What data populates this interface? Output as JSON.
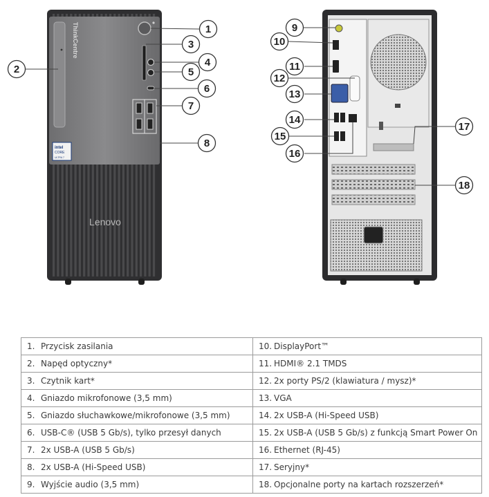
{
  "front_view": {
    "brand_logo": "ThinkCentre",
    "cpu_badge": {
      "brand": "intel",
      "line": "CORE",
      "tier": "ULTRA 7"
    },
    "lenovo_logo": "Lenovo"
  },
  "callouts": [
    "1",
    "2",
    "3",
    "4",
    "5",
    "6",
    "7",
    "8",
    "9",
    "10",
    "11",
    "12",
    "13",
    "14",
    "15",
    "16",
    "17",
    "18"
  ],
  "legend": {
    "left": [
      {
        "num": "1.",
        "text": "Przycisk zasilania"
      },
      {
        "num": "2.",
        "text": "Napęd optyczny*"
      },
      {
        "num": "3.",
        "text": "Czytnik kart*"
      },
      {
        "num": "4.",
        "text": "Gniazdo mikrofonowe (3,5 mm)"
      },
      {
        "num": "5.",
        "text": "Gniazdo słuchawkowe/mikrofonowe (3,5 mm)"
      },
      {
        "num": "6.",
        "text": "USB-C® (USB 5 Gb/s), tylko przesył danych"
      },
      {
        "num": "7.",
        "text": "2x USB-A (USB 5 Gb/s)"
      },
      {
        "num": "8.",
        "text": "2x USB-A (Hi-Speed USB)"
      },
      {
        "num": "9.",
        "text": "Wyjście audio (3,5 mm)"
      }
    ],
    "right": [
      {
        "num": "10.",
        "text": "DisplayPort™"
      },
      {
        "num": "11.",
        "text": "HDMI® 2.1 TMDS"
      },
      {
        "num": "12.",
        "text": "2x porty PS/2 (klawiatura / mysz)*"
      },
      {
        "num": "13.",
        "text": "VGA"
      },
      {
        "num": "14.",
        "text": "2x USB-A (Hi-Speed USB)"
      },
      {
        "num": "15.",
        "text": "2x USB-A (USB 5 Gb/s) z funkcją Smart Power On"
      },
      {
        "num": "16.",
        "text": "Ethernet (RJ-45)"
      },
      {
        "num": "17.",
        "text": "Seryjny*"
      },
      {
        "num": "18.",
        "text": "Opcjonalne porty na kartach rozszerzeń*"
      }
    ]
  }
}
